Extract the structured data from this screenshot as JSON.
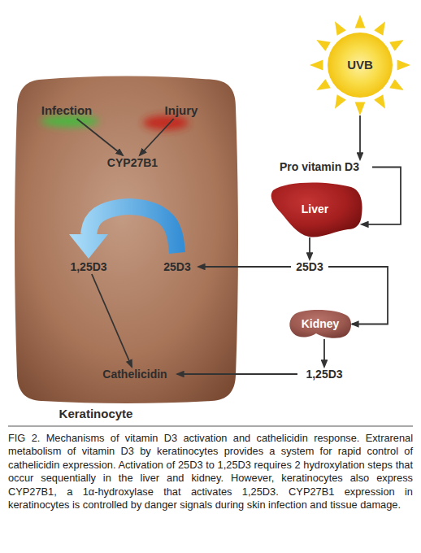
{
  "diagram": {
    "caption": "FIG 2. Mechanisms of vitamin D3 activation and cathelicidin response. Extrarenal metabolism of vitamin D3 by keratinocytes provides a system for rapid control of cathelicidin expression. Activation of 25D3 to 1,25D3 requires 2 hydroxylation steps that occur sequentially in the liver and kidney. However, keratinocytes also express CYP27B1, a 1α-hydroxylase that activates 1,25D3. CYP27B1 expression in keratinocytes is controlled by danger signals during skin infection and tissue damage.",
    "nodes": [
      {
        "text": [
          "Keratinocyte"
        ]
      },
      {
        "text": [
          "Infection"
        ],
        "in": 0
      },
      {
        "text": [
          "Injury"
        ],
        "in": 0
      },
      {
        "text": [
          "CYP27B1"
        ],
        "in": 0
      },
      {
        "text": [
          "1,25D3"
        ],
        "in": 0
      },
      {
        "text": [
          "25D3"
        ],
        "in": 0
      },
      {
        "text": [
          "Cathelicidin"
        ],
        "in": 0
      },
      {
        "text": [
          "UVB"
        ]
      },
      {
        "text": [
          "Pro vitamin D3"
        ]
      },
      {
        "text": [
          "Liver"
        ]
      },
      {
        "text": [
          "25D3"
        ]
      },
      {
        "text": [
          "Kidney"
        ]
      },
      {
        "text": [
          "1,25D3"
        ]
      }
    ],
    "edges": [
      {
        "from": 1,
        "to": 3,
        "arrow": "to"
      },
      {
        "from": 2,
        "to": 3,
        "arrow": "to"
      },
      {
        "from": 5,
        "to": 4,
        "arrow": "to"
      },
      {
        "from": 4,
        "to": 6,
        "arrow": "to"
      },
      {
        "from": 7,
        "to": 8,
        "arrow": "to"
      },
      {
        "from": 8,
        "to": 9,
        "arrow": "to"
      },
      {
        "from": 9,
        "to": 10,
        "arrow": "to"
      },
      {
        "from": 10,
        "to": 5,
        "arrow": "to"
      },
      {
        "from": 10,
        "to": 11,
        "arrow": "to"
      },
      {
        "from": 11,
        "to": 12,
        "arrow": "to"
      },
      {
        "from": 12,
        "to": 6,
        "arrow": "to"
      }
    ]
  }
}
